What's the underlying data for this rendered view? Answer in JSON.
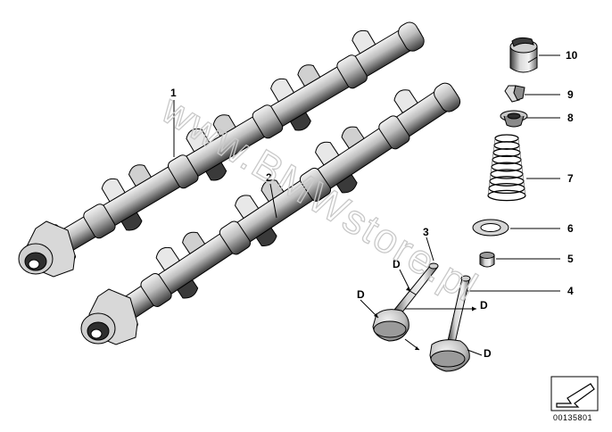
{
  "diagram": {
    "watermark": "www.BMWstore.pl",
    "doc_id": "00135801",
    "dimension_label": "D",
    "parts": [
      {
        "num": "1"
      },
      {
        "num": "2"
      },
      {
        "num": "3"
      },
      {
        "num": "4"
      },
      {
        "num": "5"
      },
      {
        "num": "6"
      },
      {
        "num": "7"
      },
      {
        "num": "8"
      },
      {
        "num": "9"
      },
      {
        "num": "10"
      }
    ],
    "colors": {
      "line": "#000000",
      "shade": "#3a3a3a",
      "mid": "#9a9a9a",
      "light": "#e6e6e6",
      "watermark": "#c9c9c9"
    }
  }
}
